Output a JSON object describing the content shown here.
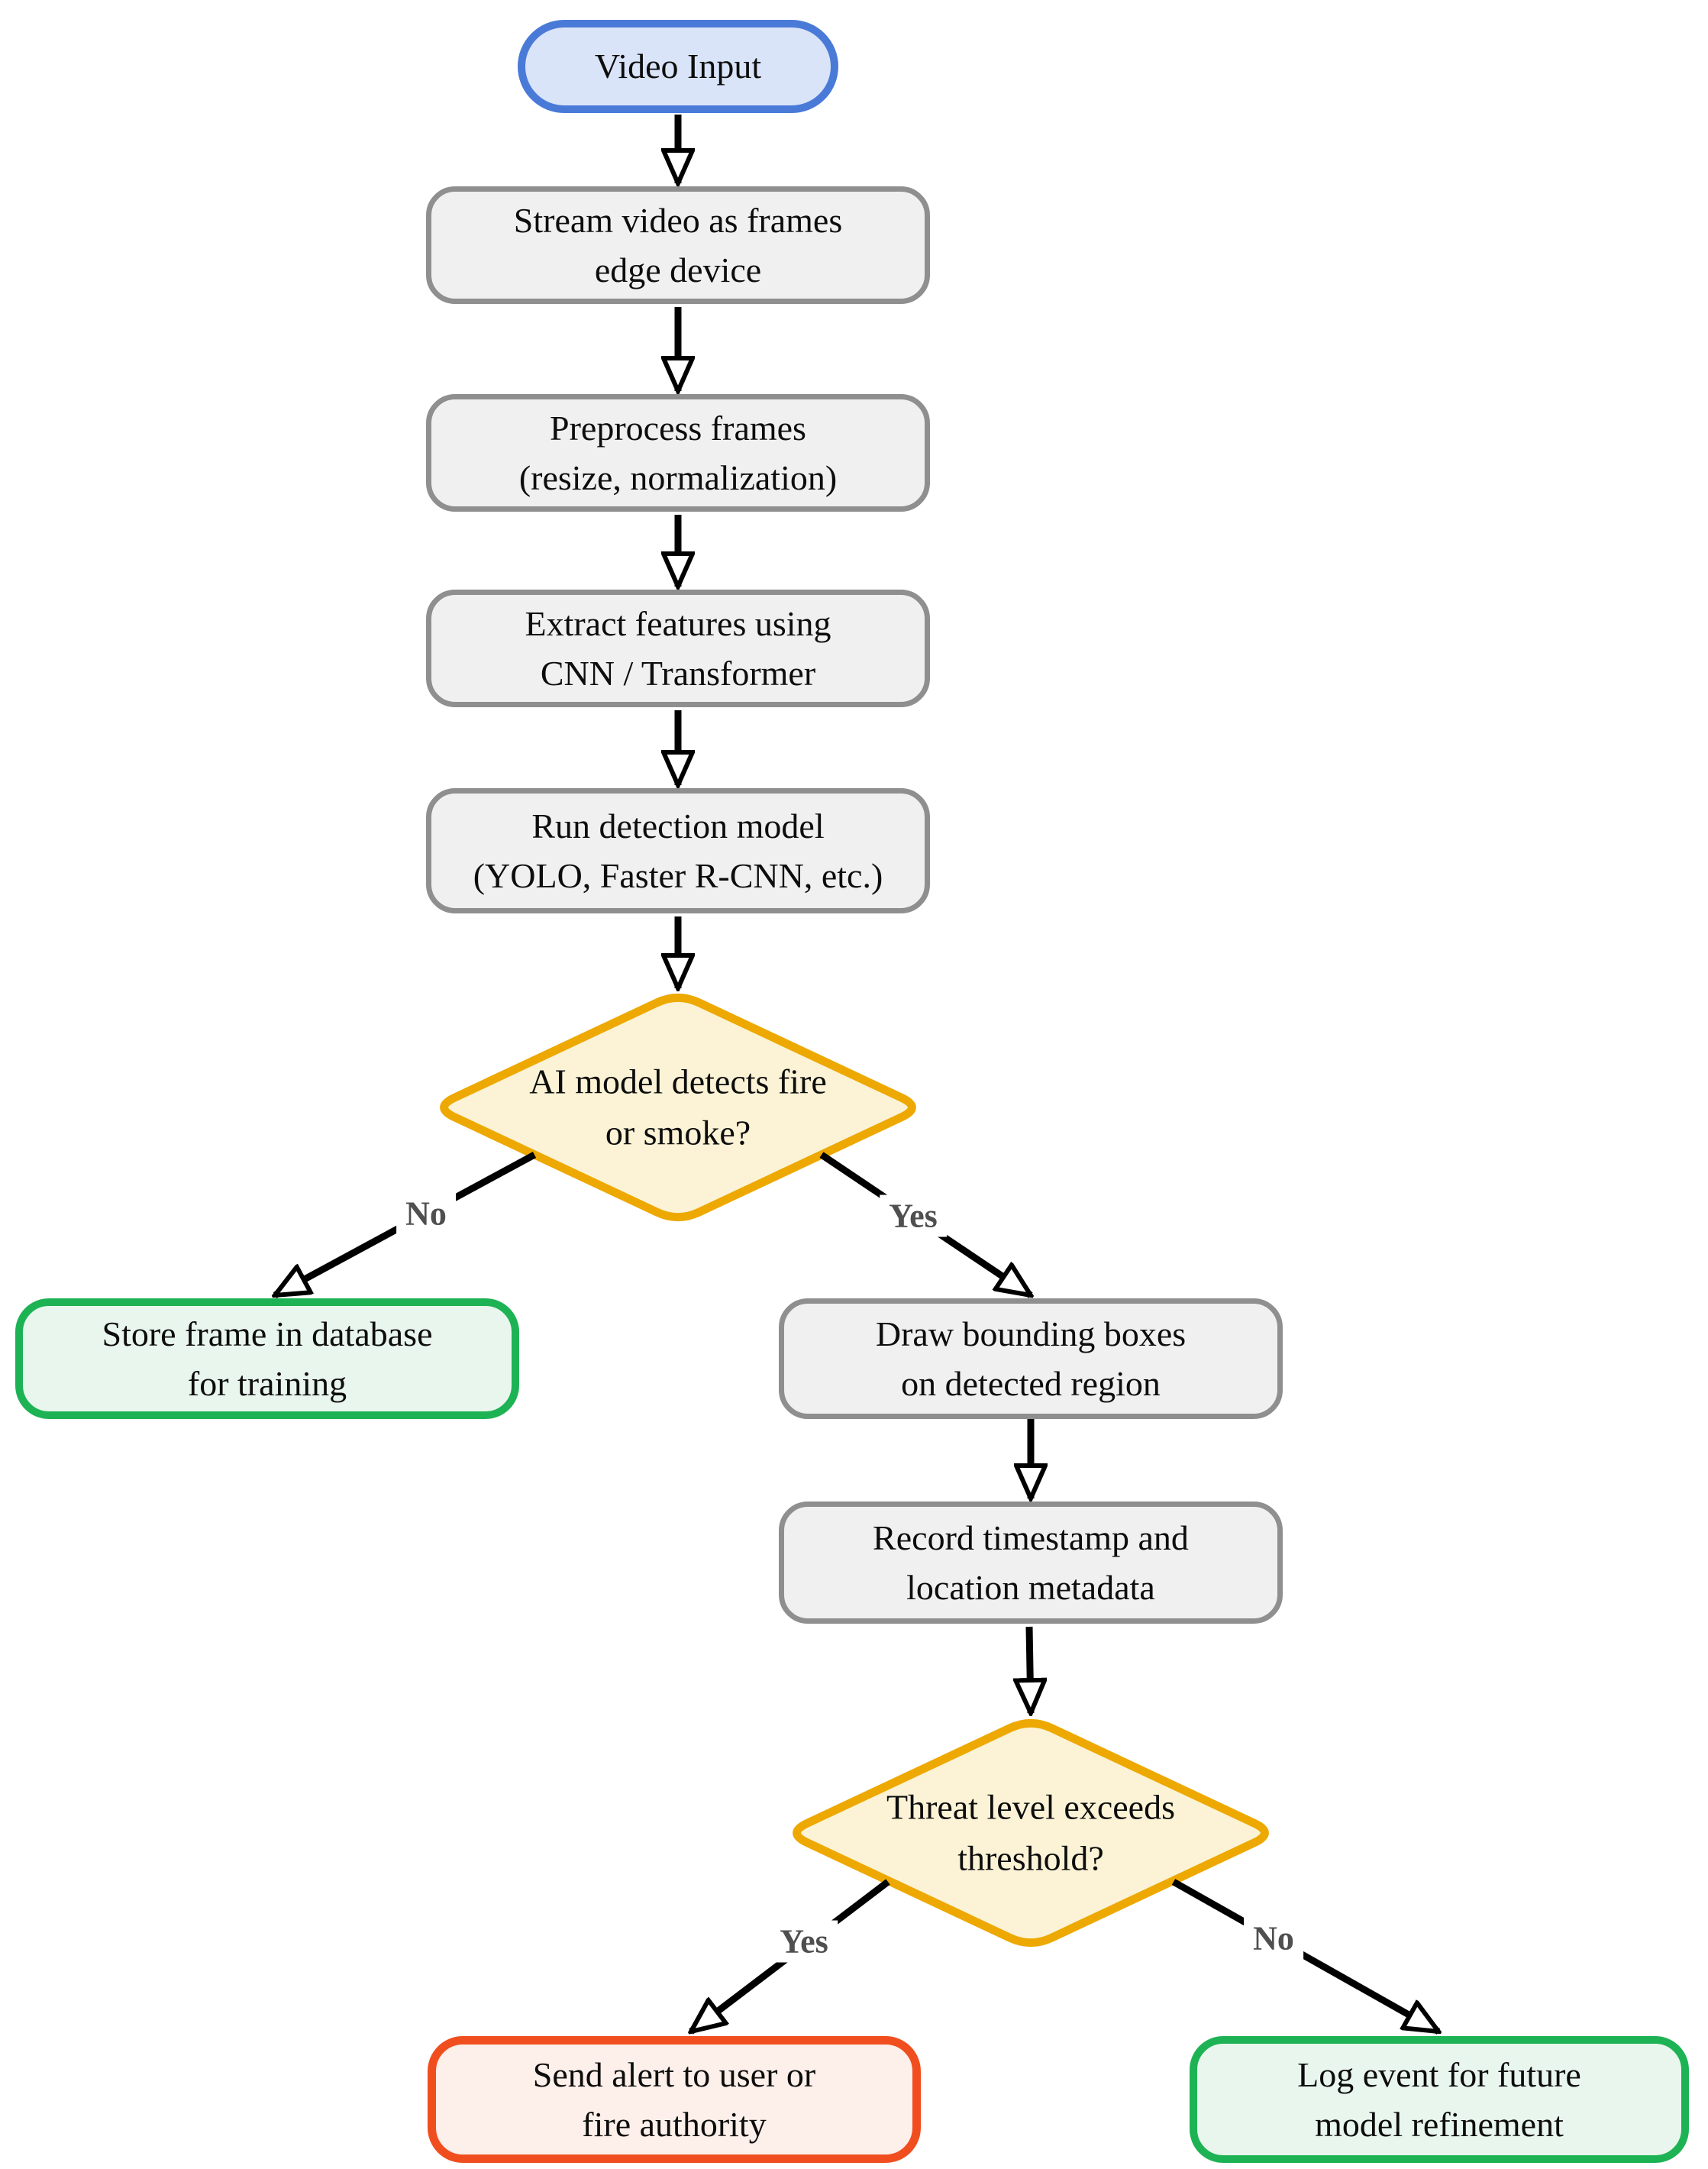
{
  "diagram": {
    "nodes": {
      "video_input": {
        "label": "Video Input"
      },
      "stream_frames": {
        "line1": "Stream video as frames",
        "line2": "edge device"
      },
      "preprocess": {
        "line1": "Preprocess frames",
        "line2": "(resize, normalization)"
      },
      "extract_features": {
        "line1": "Extract features using",
        "line2": "CNN / Transformer"
      },
      "run_detection": {
        "line1": "Run detection model",
        "line2": "(YOLO, Faster R-CNN, etc.)"
      },
      "detect_decision": {
        "line1": "AI model detects fire",
        "line2": "or smoke?"
      },
      "store_frame": {
        "line1": "Store frame in database",
        "line2": "for training"
      },
      "draw_boxes": {
        "line1": "Draw bounding boxes",
        "line2": "on detected region"
      },
      "record_metadata": {
        "line1": "Record timestamp and",
        "line2": "location metadata"
      },
      "threat_decision": {
        "line1": "Threat level exceeds",
        "line2": "threshold?"
      },
      "send_alert": {
        "line1": "Send alert to user or",
        "line2": "fire authority"
      },
      "log_event": {
        "line1": "Log event for future",
        "line2": "model refinement"
      }
    },
    "edge_labels": {
      "detect_no": "No",
      "detect_yes": "Yes",
      "threat_yes": "Yes",
      "threat_no": "No"
    },
    "colors": {
      "start_fill": "#dae4f8",
      "start_border": "#4a7ad8",
      "process_fill": "#f0f0f0",
      "process_border": "#8f8f8f",
      "decision_fill": "#fcf3d6",
      "decision_border": "#eda902",
      "success_fill": "#e9f6ed",
      "success_border": "#1db354",
      "alert_fill": "#fdefe9",
      "alert_border": "#f04e1f",
      "edge_label_color": "#4f4f4f",
      "arrow_color": "#000000"
    }
  }
}
